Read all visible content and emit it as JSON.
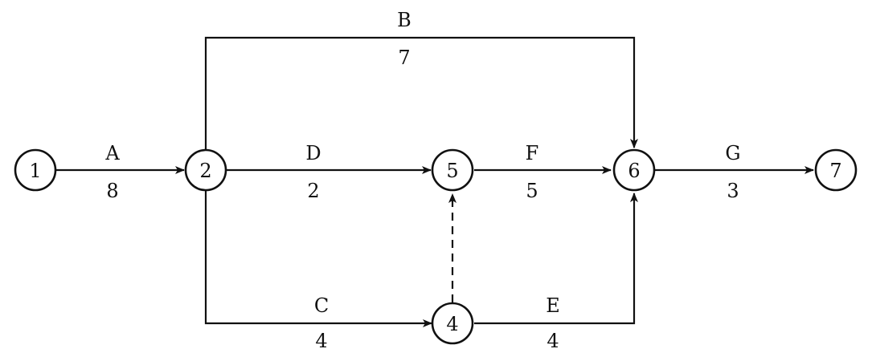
{
  "network": {
    "nodes": {
      "n1": "1",
      "n2": "2",
      "n4": "4",
      "n5": "5",
      "n6": "6",
      "n7": "7"
    },
    "activities": {
      "A": {
        "label": "A",
        "duration": "8"
      },
      "B": {
        "label": "B",
        "duration": "7"
      },
      "C": {
        "label": "C",
        "duration": "4"
      },
      "D": {
        "label": "D",
        "duration": "2"
      },
      "E": {
        "label": "E",
        "duration": "4"
      },
      "F": {
        "label": "F",
        "duration": "5"
      },
      "G": {
        "label": "G",
        "duration": "3"
      }
    }
  }
}
